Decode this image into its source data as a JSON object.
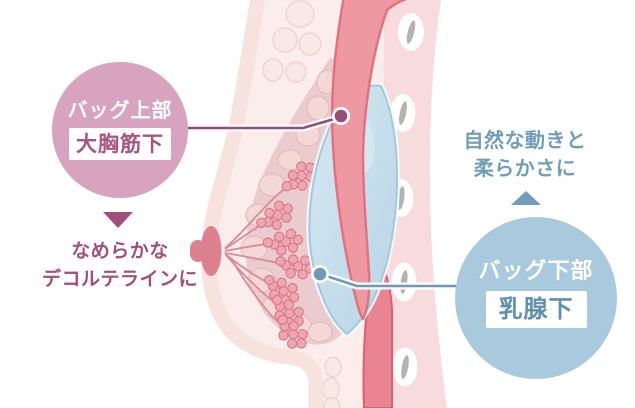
{
  "upper_annotation": {
    "circle_label": "バッグ上部",
    "box_label": "大胸筋下",
    "caption_line1": "なめらかな",
    "caption_line2": "デコルテラインに",
    "circle_color": "#d7a3bf",
    "text_color": "#a04f7c",
    "connector_color": "#9a4a74"
  },
  "lower_annotation": {
    "circle_label": "バッグ下部",
    "box_label": "乳腺下",
    "caption_line1": "自然な動きと",
    "caption_line2": "柔らかさに",
    "circle_color": "#a9c9dd",
    "text_color": "#6f9dbb",
    "connector_color": "#6f9ab5"
  },
  "anatomy_colors": {
    "skin": "#f7e2dd",
    "fat": "#faedeb",
    "breast_tissue": "#eaccce",
    "fat_lobule": "#f3d8d6",
    "gland": "#efa6b1",
    "duct": "#db8a97",
    "muscle": "#ee99a2",
    "muscle_edge": "#e3717e",
    "deep_muscle": "#e98593",
    "implant": "#c6dfee",
    "implant_edge": "#a6c8db",
    "chest_wall": "#f8dbdd",
    "rib": "#ffffff",
    "rib_marrow": "#b5b2b2",
    "nipple": "#dd8190"
  }
}
